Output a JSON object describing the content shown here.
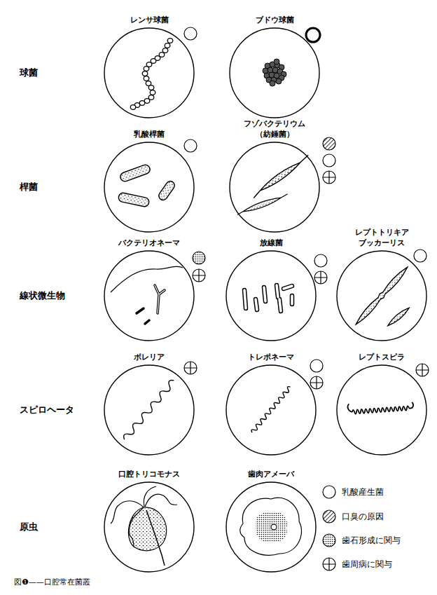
{
  "diagram": {
    "caption": "図❶——口腔常在菌叢",
    "nodes": [
      {
        "text": [
          "レンサ球菌"
        ]
      },
      {
        "text": [
          "ブドウ球菌"
        ]
      },
      {
        "text": [
          "乳酸桿菌"
        ]
      },
      {
        "text": [
          "フゾバクテリウム （紡錘菌）"
        ]
      },
      {
        "text": [
          "バクテリオネーマ"
        ]
      },
      {
        "text": [
          "放線菌"
        ]
      },
      {
        "text": [
          "レプトトリキア ブッカーリス"
        ]
      },
      {
        "text": [
          "ボレリア"
        ]
      },
      {
        "text": [
          "トレポネーマ"
        ]
      },
      {
        "text": [
          "レプトスピラ"
        ]
      },
      {
        "text": [
          "口腔トリコモナス"
        ]
      },
      {
        "text": [
          "歯肉アメーバ"
        ]
      }
    ],
    "labels": [
      "球菌",
      "桿菌",
      "線状微生物",
      "スピロヘータ",
      "原虫"
    ],
    "legend": [
      {
        "text": "乳酸産生菌"
      },
      {
        "text": "口臭の原因"
      },
      {
        "text": "歯石形成に関与"
      },
      {
        "text": "歯周病に関与"
      }
    ]
  }
}
